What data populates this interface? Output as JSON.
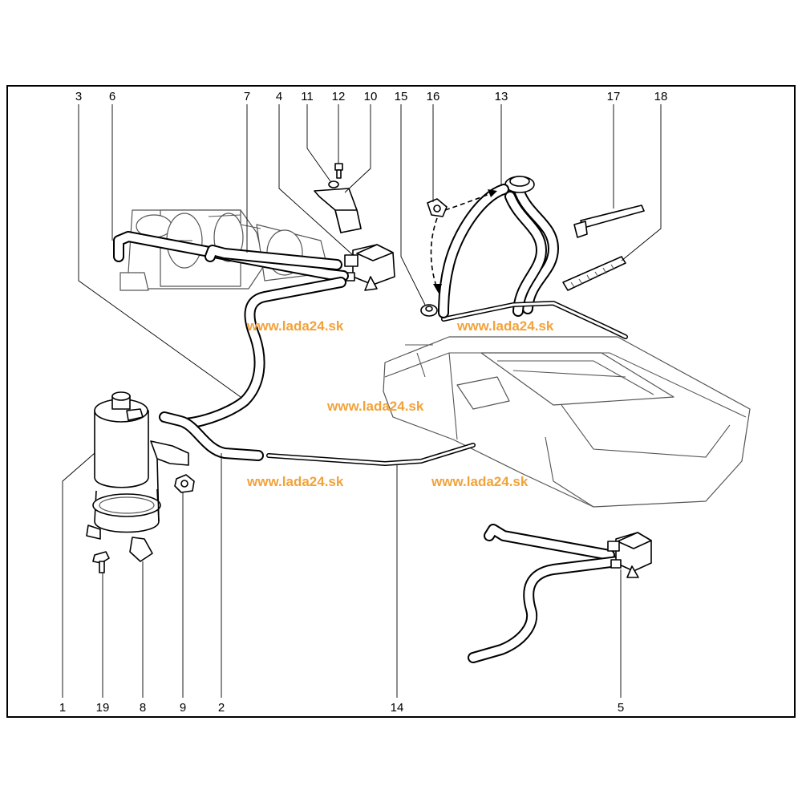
{
  "watermark": {
    "text": "www.lada24.sk",
    "color": "#f2a23a"
  },
  "callouts": {
    "top": [
      "3",
      "6",
      "7",
      "4",
      "11",
      "12",
      "10",
      "15",
      "16",
      "13",
      "17",
      "18"
    ],
    "bottom": [
      "1",
      "19",
      "8",
      "9",
      "2",
      "14",
      "5"
    ]
  }
}
